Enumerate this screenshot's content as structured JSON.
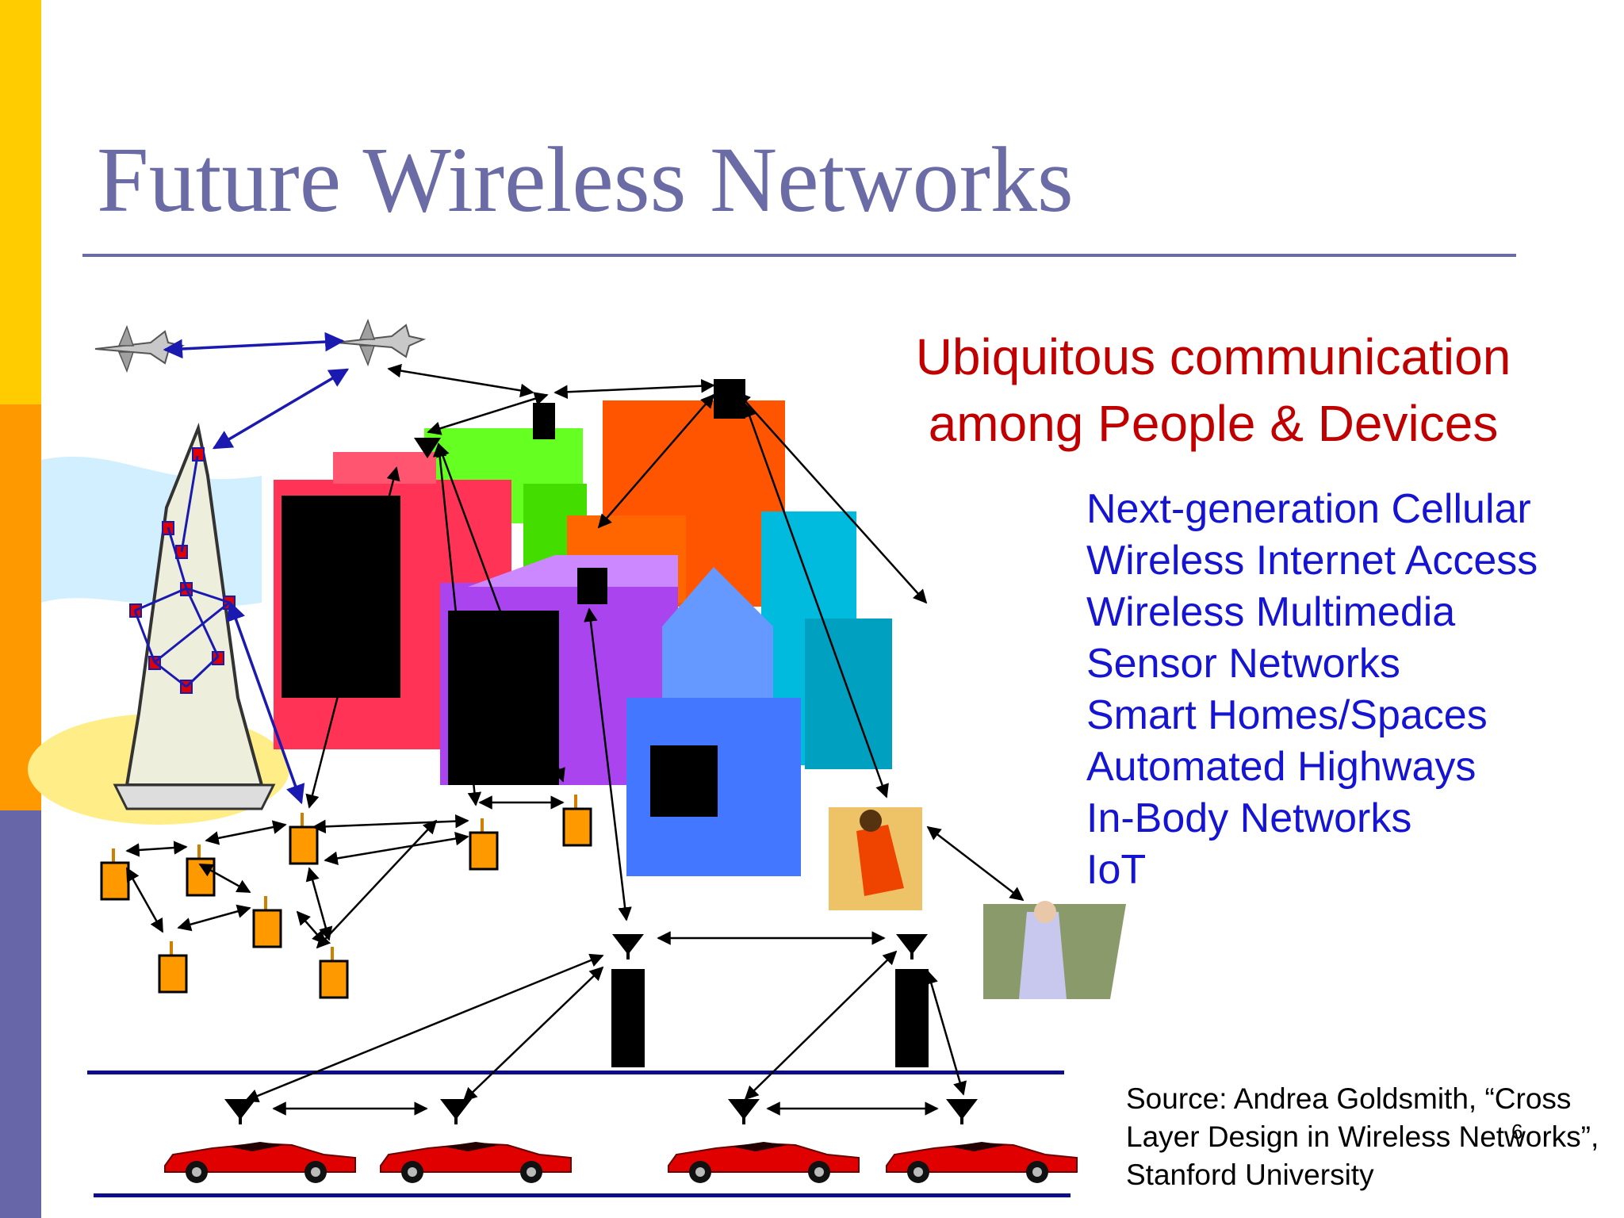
{
  "slide": {
    "title": "Future Wireless Networks",
    "headline": [
      "Ubiquitous communication",
      "among People & Devices"
    ],
    "bullets": [
      "Next-generation Cellular",
      "Wireless Internet Access",
      "Wireless Multimedia",
      "Sensor Networks",
      "Smart Homes/Spaces",
      "Automated Highways",
      "In-Body Networks",
      "IoT"
    ],
    "source": "Source: Andrea Goldsmith, “Cross Layer Design in Wireless Networks”, Stanford University",
    "page_number": "6"
  },
  "colors": {
    "title": "#6b6ba6",
    "headline": "#c00000",
    "bullets": "#1414d2",
    "sidebar_top": "#ffcc00",
    "sidebar_middle": "#ff9900",
    "sidebar_bottom": "#6666a8"
  },
  "illustration": {
    "icons": [
      "jet-icon",
      "tower-icon",
      "building-icon",
      "sensor-icon",
      "antenna-icon",
      "car-icon",
      "person-icon",
      "highway-lane-icon"
    ]
  }
}
